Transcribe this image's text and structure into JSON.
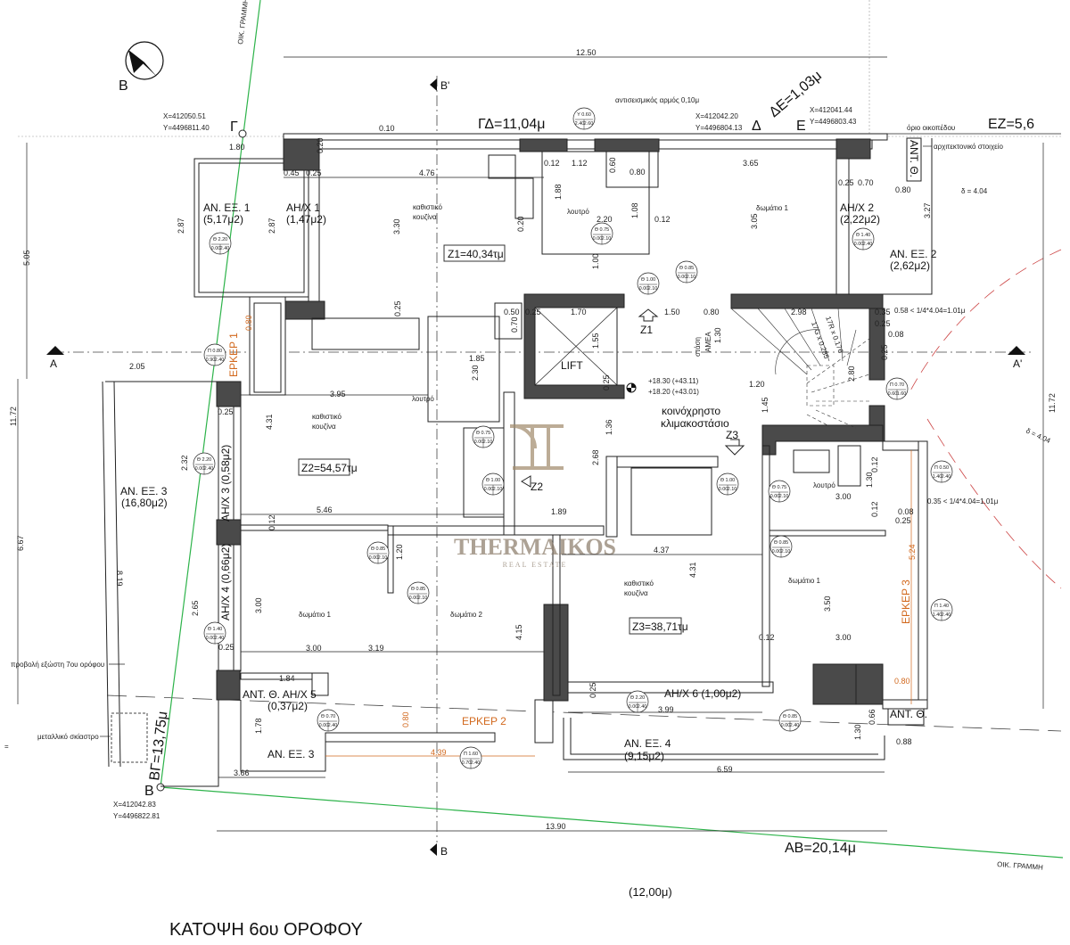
{
  "title": "ΚΑΤΟΨΗ 6ου ΟΡΟΦΟΥ",
  "bottom_note": "(12,00μ)",
  "north_label": "Β",
  "plot_line_labels": [
    "ΟΙΚ. ΓΡΑΜΜΗ",
    "ΟΙΚ. ΓΡΑΜΜΗ"
  ],
  "plot_sides": {
    "gd": "ΓΔ=11,04μ",
    "de": "ΔΕ=1,03μ",
    "ez": "ΕΖ=5,6",
    "ab": "AB=20,14μ",
    "bg": "ΒΓ=13,75μ"
  },
  "points": [
    {
      "name": "Γ",
      "x": "X=412050.51",
      "y": "Y=4496811.40"
    },
    {
      "name": "Δ",
      "x": "X=412042.20",
      "y": "Y=4496804.13"
    },
    {
      "name": "Ε",
      "x": "X=412041.44",
      "y": "Y=4496803.43"
    },
    {
      "name": "Β",
      "x": "X=412042.83",
      "y": "Y=4496822.81"
    }
  ],
  "sections": {
    "a": "A",
    "a2": "A'",
    "b": "B",
    "b2": "B'"
  },
  "notes": {
    "seismic_joint": "αντισεισμικός αρμός 0,10μ",
    "plot_limit": "όριο οικοπέδου",
    "arch_element": "αρχιτεκτονικό στοιχείο",
    "delta": "δ = 4.04",
    "delta2": "δ = 4.04",
    "rule1": "0.58 < 1/4*4.04=1.01μ",
    "rule2": "0.35 < 1/4*4.04=1.01μ",
    "balcony_projection": "προβολή εξώστη 7ου ορόφου",
    "metal_shade": "μεταλλικό σκίαστρο",
    "stairs1": "17R x 0.176",
    "stairs2": "17G x 0.285",
    "level1": "+18.30 (+43.11)",
    "level2": "+18.20 (+43.01)",
    "stop": "στάση",
    "amea": "ΑΜΕΑ",
    "equals": "="
  },
  "rooms": {
    "an_ex_1": [
      "ΑΝ. ΕΞ. 1",
      "(5,17μ2)"
    ],
    "ahx_1": [
      "ΑΗ/Χ 1",
      "(1,47μ2)"
    ],
    "z1_living": [
      "καθιστικό",
      "κουζίνα"
    ],
    "z1_area": "Z1=40,34τμ",
    "z1_bath": "λουτρό",
    "z1_room": "δωμάτιο 1",
    "ahx_2": [
      "ΑΗ/Χ 2",
      "(2,22μ2)"
    ],
    "an_ex_2": [
      "ΑΝ. ΕΞ. 2",
      "(2,62μ2)"
    ],
    "ant_th_top": "ΑΝΤ. Θ.",
    "lift": "LIFT",
    "stair": [
      "κοινόχρηστο",
      "κλιμακοστάσιο"
    ],
    "z1_arrow": "Z1",
    "z2_arrow": "Z2",
    "z3_arrow": "Z3",
    "erker_1": "ΕΡΚΕΡ 1",
    "z2_living": [
      "καθιστικό",
      "κουζίνα"
    ],
    "z2_area": "Z2=54,57τμ",
    "z2_bath": "λουτρό",
    "an_ex_3": [
      "ΑΝ. ΕΞ. 3",
      "(16,80μ2)"
    ],
    "ahx_3": "ΑΗ/Χ 3 (0,58μ2)",
    "ahx_4": "ΑΗ/Χ 4 (0,66μ2)",
    "z2_room1": "δωμάτιο 1",
    "z2_room2": "δωμάτιο 2",
    "ant_th_ahx_5": [
      "ΑΝΤ. Θ.  ΑΗ/Χ 5",
      "(0,37μ2)"
    ],
    "erker_2": "ΕΡΚΕΡ 2",
    "an_ex_3b": "ΑΝ. ΕΞ. 3",
    "z3_living": [
      "καθιστικό",
      "κουζίνα"
    ],
    "z3_area": "Z3=38,71τμ",
    "z3_bath": "λουτρό",
    "z3_room": "δωμάτιο 1",
    "erker_3": "ΕΡΚΕΡ 3",
    "ahx_6": "ΑΗ/Χ 6 (1,00μ2)",
    "an_ex_4": [
      "ΑΝ. ΕΞ. 4",
      "(9,15μ2)"
    ],
    "ant_th_bottom": "ΑΝΤ. Θ."
  },
  "dimensions": [
    "12.50",
    "0.10",
    "1.80",
    "0.45",
    "0.25",
    "4.76",
    "3.65",
    "1.12",
    "0.12",
    "0.60",
    "0.80",
    "0.25",
    "0.70",
    "0.80",
    "2.87",
    "2.87",
    "3.30",
    "3.05",
    "3.27",
    "5.05",
    "1.88",
    "1.08",
    "2.20",
    "0.12",
    "1.00",
    "0.25",
    "1.70",
    "1.50",
    "0.80",
    "2.98",
    "0.50",
    "0.25",
    "0.70",
    "1.55",
    "1.30",
    "0.35",
    "0.25",
    "0.08",
    "2.05",
    "1.85",
    "2.30",
    "1.20",
    "2.80",
    "3.95",
    "4.31",
    "0.25",
    "1.45",
    "1.36",
    "0.25",
    "2.68",
    "2.32",
    "11.72",
    "11.72",
    "5.46",
    "1.89",
    "3.00",
    "1.30",
    "0.12",
    "4.37",
    "4.31",
    "1.20",
    "6.67",
    "5.24",
    "3.50",
    "2.65",
    "3.00",
    "8.19",
    "3.00",
    "3.19",
    "4.15",
    "0.12",
    "3.00",
    "0.25",
    "1.84",
    "0.25",
    "3.99",
    "0.80",
    "0.80",
    "1.78",
    "0.66",
    "1.30",
    "0.88",
    "4.39",
    "3.66",
    "6.59",
    "13.90",
    "0.80",
    "0.20",
    "0.20",
    "0.25",
    "0.12",
    "0.12",
    "0.08",
    "0.25"
  ],
  "openings": [
    {
      "code": "Θ 2.20",
      "sill": "0.00",
      "head": "2.40"
    },
    {
      "code": "Υ 0.60",
      "sill": "2.40",
      "head": "2.60"
    },
    {
      "code": "Θ 0.75",
      "sill": "0.00",
      "head": "2.10"
    },
    {
      "code": "Θ 0.85",
      "sill": "0.00",
      "head": "2.10"
    },
    {
      "code": "Θ 1.00",
      "sill": "0.00",
      "head": "2.10"
    },
    {
      "code": "Θ 1.40",
      "sill": "0.00",
      "head": "2.40"
    },
    {
      "code": "Π 0.80",
      "sill": "0.90",
      "head": "2.40"
    },
    {
      "code": "Π 0.70",
      "sill": "0.60",
      "head": "1.60"
    },
    {
      "code": "Θ 0.75",
      "sill": "0.00",
      "head": "2.10"
    },
    {
      "code": "Θ 1.00",
      "sill": "0.00",
      "head": "2.10"
    },
    {
      "code": "Θ 2.20",
      "sill": "0.00",
      "head": "2.40"
    },
    {
      "code": "Θ 0.85",
      "sill": "0.00",
      "head": "2.10"
    },
    {
      "code": "Θ 0.85",
      "sill": "0.00",
      "head": "2.10"
    },
    {
      "code": "Θ 1.40",
      "sill": "0.00",
      "head": "2.40"
    },
    {
      "code": "Θ 0.70",
      "sill": "0.00",
      "head": "2.40"
    },
    {
      "code": "Π 1.60",
      "sill": "0.70",
      "head": "2.40"
    },
    {
      "code": "Θ 1.00",
      "sill": "0.00",
      "head": "2.10"
    },
    {
      "code": "Θ 0.75",
      "sill": "0.00",
      "head": "2.10"
    },
    {
      "code": "Θ 0.85",
      "sill": "0.00",
      "head": "2.10"
    },
    {
      "code": "Π 0.50",
      "sill": "1.40",
      "head": "2.40"
    },
    {
      "code": "Π 1.40",
      "sill": "1.40",
      "head": "2.40"
    },
    {
      "code": "Θ 2.20",
      "sill": "0.00",
      "head": "2.40"
    },
    {
      "code": "Θ 0.85",
      "sill": "0.00",
      "head": "2.40"
    }
  ],
  "watermark": {
    "brand": "THERMAIKOS",
    "sub": "REAL ESTATE"
  },
  "colors": {
    "plot_line": "#2db34a",
    "erker": "#d2691e",
    "wall": "#4a4a4a",
    "watermark": "#a08a6a"
  }
}
